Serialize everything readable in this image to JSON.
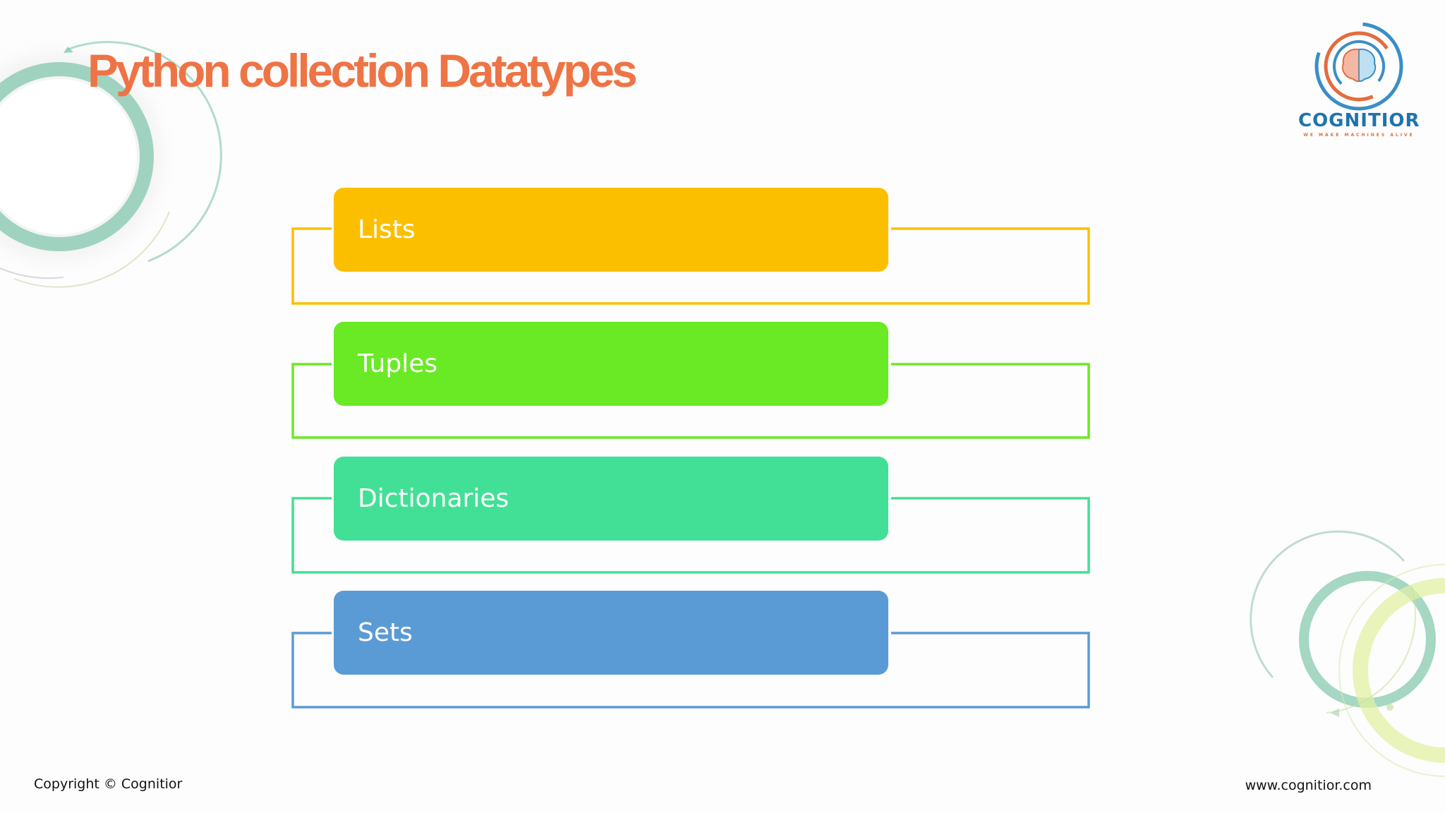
{
  "slide": {
    "title": "Python collection Datatypes",
    "title_color": "#ee7446"
  },
  "logo": {
    "name": "COGNITIOR",
    "tagline": "WE MAKE MACHINES ALIVE"
  },
  "items": [
    {
      "label": "Lists",
      "color": "#fcbf00"
    },
    {
      "label": "Tuples",
      "color": "#69ea24"
    },
    {
      "label": "Dictionaries",
      "color": "#42e096"
    },
    {
      "label": "Sets",
      "color": "#5b9bd5"
    }
  ],
  "footer": {
    "copyright": "Copyright © Cognitior",
    "website": "www.cognitior.com"
  }
}
